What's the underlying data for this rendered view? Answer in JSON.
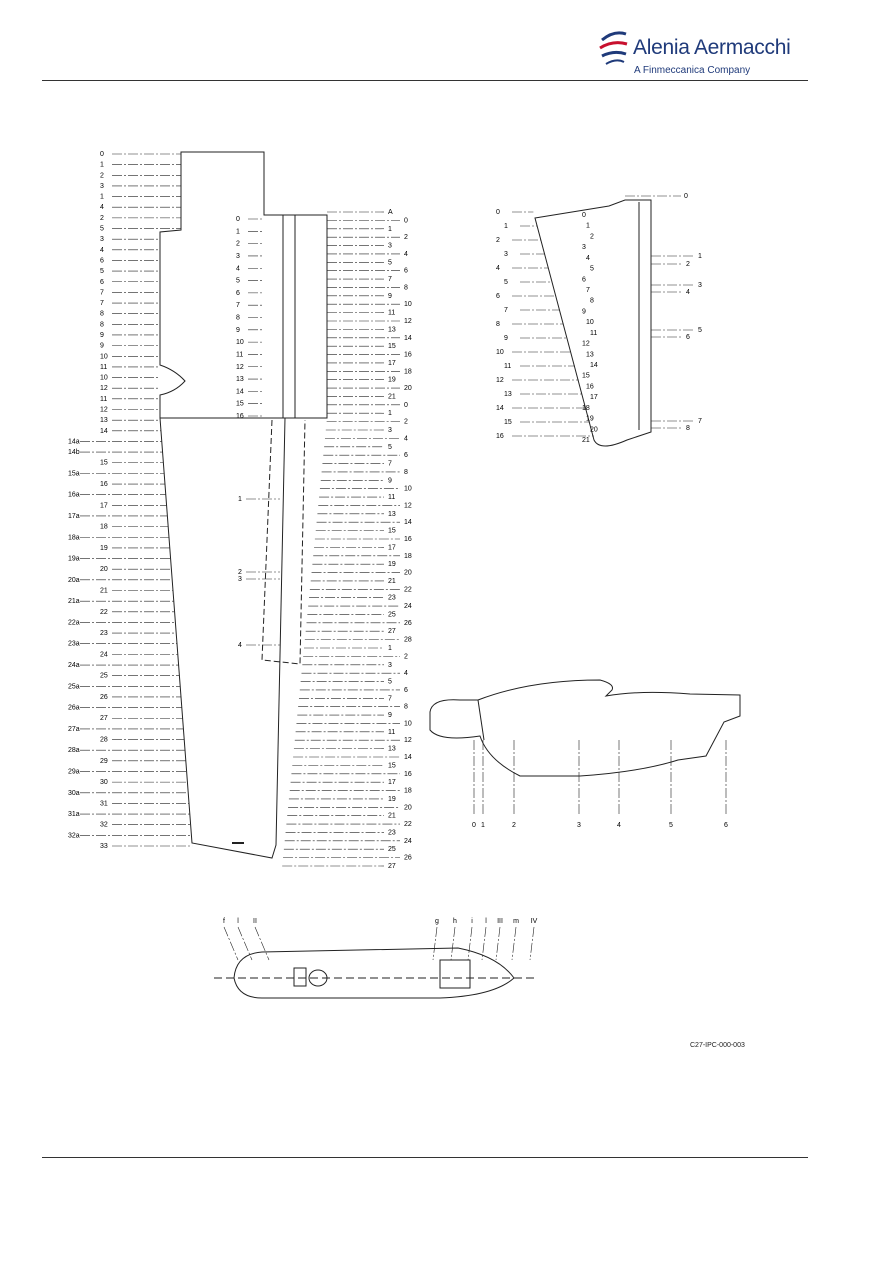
{
  "brand": {
    "name": "Alenia Aermacchi",
    "subtitle": "A Finmeccanica Company",
    "colors": {
      "primary": "#1f3a7a",
      "accent": "#c8102e"
    }
  },
  "figure_id": "C27-IPC-000-003",
  "wing": {
    "left_column": [
      "0",
      "1",
      "2",
      "3",
      "1",
      "4",
      "2",
      "5",
      "3",
      "4",
      "6",
      "5",
      "6",
      "7",
      "7",
      "8",
      "8",
      "9",
      "9",
      "10",
      "11",
      "10",
      "12",
      "11",
      "12",
      "13",
      "14",
      "14a",
      "14b",
      "15",
      "15a",
      "16",
      "16a",
      "17",
      "17a",
      "18",
      "18a",
      "19",
      "19a",
      "20",
      "20a",
      "21",
      "21a",
      "22",
      "22a",
      "23",
      "23a",
      "24",
      "24a",
      "25",
      "25a",
      "26",
      "26a",
      "27",
      "27a",
      "28",
      "28a",
      "29",
      "29a",
      "30",
      "30a",
      "31",
      "31a",
      "32",
      "32a",
      "33"
    ],
    "center_column": [
      "0",
      "1",
      "2",
      "3",
      "4",
      "5",
      "6",
      "7",
      "8",
      "9",
      "10",
      "11",
      "12",
      "13",
      "14",
      "15",
      "16"
    ],
    "outer_flap_labels": [
      "1",
      "2",
      "3",
      "4"
    ],
    "right_column": [
      "A",
      "0",
      "1",
      "2",
      "3",
      "4",
      "5",
      "6",
      "7",
      "8",
      "9",
      "10",
      "11",
      "12",
      "13",
      "14",
      "15",
      "16",
      "17",
      "18",
      "19",
      "20",
      "21",
      "0",
      "1",
      "2",
      "3",
      "4",
      "5",
      "6",
      "7",
      "8",
      "9",
      "10",
      "11",
      "12",
      "13",
      "14",
      "15",
      "16",
      "17",
      "18",
      "19",
      "20",
      "21",
      "22",
      "23",
      "24",
      "25",
      "26",
      "27",
      "28",
      "1",
      "2",
      "3",
      "4",
      "5",
      "6",
      "7",
      "8",
      "9",
      "10",
      "11",
      "12",
      "13",
      "14",
      "15",
      "16",
      "17",
      "18",
      "19",
      "20",
      "21",
      "22",
      "23",
      "24",
      "25",
      "26",
      "27"
    ]
  },
  "tail": {
    "left_labels": [
      "0",
      "1",
      "2",
      "3",
      "4",
      "5",
      "6",
      "7",
      "8",
      "9",
      "10",
      "11",
      "12",
      "13",
      "14",
      "15",
      "16"
    ],
    "inner_labels": [
      "0",
      "1",
      "2",
      "3",
      "4",
      "5",
      "6",
      "7",
      "8",
      "9",
      "10",
      "11",
      "12",
      "13",
      "14",
      "15",
      "16",
      "17",
      "18",
      "19",
      "20",
      "21"
    ],
    "right_labels": [
      "0",
      "1",
      "2",
      "3",
      "4",
      "5",
      "6",
      "7",
      "8"
    ]
  },
  "nacelle": {
    "stations": [
      "0",
      "1",
      "2",
      "3",
      "4",
      "5",
      "6"
    ]
  },
  "fuselage": {
    "stations": [
      "f",
      "l",
      "II",
      "g",
      "h",
      "i",
      "l",
      "III",
      "m",
      "IV"
    ]
  }
}
